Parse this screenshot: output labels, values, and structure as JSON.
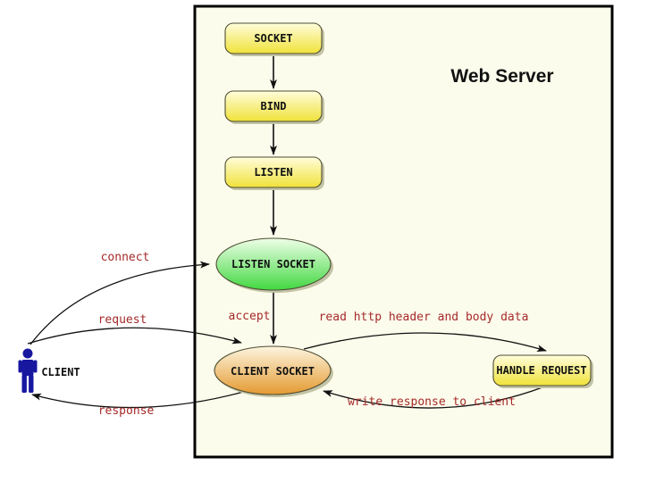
{
  "diagram": {
    "title": "Web Server",
    "nodes": [
      {
        "id": "socket",
        "label": "SOCKET",
        "shape": "rounded-rect",
        "fill": "yellow-gradient"
      },
      {
        "id": "bind",
        "label": "BIND",
        "shape": "rounded-rect",
        "fill": "yellow-gradient"
      },
      {
        "id": "listen",
        "label": "LISTEN",
        "shape": "rounded-rect",
        "fill": "yellow-gradient"
      },
      {
        "id": "listen-socket",
        "label": "LISTEN SOCKET",
        "shape": "ellipse",
        "fill": "green-gradient"
      },
      {
        "id": "client-socket",
        "label": "CLIENT SOCKET",
        "shape": "ellipse",
        "fill": "orange-gradient"
      },
      {
        "id": "handle-request",
        "label": "HANDLE REQUEST",
        "shape": "rounded-rect",
        "fill": "yellow-gradient"
      }
    ],
    "actor": {
      "id": "client",
      "label": "CLIENT"
    },
    "edges": [
      {
        "from": "CLIENT",
        "to": "LISTEN SOCKET",
        "label": "connect"
      },
      {
        "from": "CLIENT",
        "to": "CLIENT SOCKET",
        "label": "request"
      },
      {
        "from": "CLIENT SOCKET",
        "to": "CLIENT",
        "label": "response"
      },
      {
        "from": "LISTEN SOCKET",
        "to": "CLIENT SOCKET",
        "label": "accept"
      },
      {
        "from": "CLIENT SOCKET",
        "to": "HANDLE REQUEST",
        "label": "read http header and body data"
      },
      {
        "from": "HANDLE REQUEST",
        "to": "CLIENT SOCKET",
        "label": "write response to client"
      },
      {
        "from": "SOCKET",
        "to": "BIND",
        "label": ""
      },
      {
        "from": "BIND",
        "to": "LISTEN",
        "label": ""
      },
      {
        "from": "LISTEN",
        "to": "LISTEN SOCKET",
        "label": ""
      }
    ],
    "colors": {
      "box-bg": "#fcfcec",
      "node-border": "#4d4d33",
      "node-text": "#111111",
      "title": "#111111",
      "edge-label": "#a52a2a",
      "arrow": "#111111",
      "actor": "#1717a0",
      "yellow-top": "#fffddb",
      "yellow-bottom": "#f0e23a",
      "green-top": "#eeffe8",
      "green-bottom": "#42d841",
      "orange-top": "#fdf5df",
      "orange-bottom": "#e49a31",
      "shadow": "#c3c3a6"
    }
  }
}
